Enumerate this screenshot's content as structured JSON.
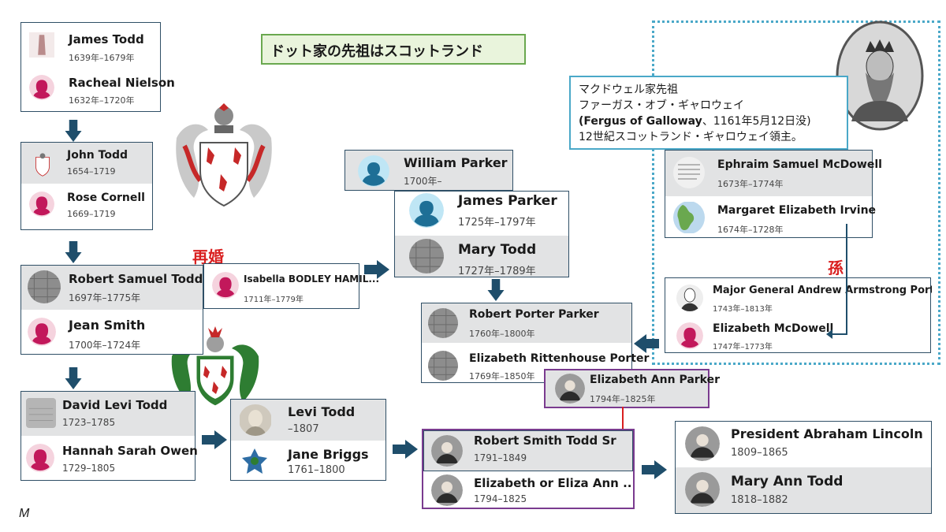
{
  "title": "ドット家の先祖はスコットランド",
  "labels": {
    "remarriage": "再婚",
    "grandchild": "孫",
    "corner_mark": "M"
  },
  "note": {
    "line1": "マクドウェル家先祖",
    "line2": "ファーガス・オブ・ギャロウェイ",
    "line3_bold": "(Fergus of Galloway",
    "line3_rest": "、1161年5月12日没)",
    "line4": "12世紀スコットランド・ギャロウェイ領主。"
  },
  "people": {
    "james_todd": {
      "name": "James Todd",
      "dates": "1639年–1679年"
    },
    "racheal_nielson": {
      "name": "Racheal Nielson",
      "dates": "1632年–1720年"
    },
    "john_todd": {
      "name": "John Todd",
      "dates": "1654–1719"
    },
    "rose_cornell": {
      "name": "Rose Cornell",
      "dates": "1669–1719"
    },
    "robert_samuel_todd": {
      "name": "Robert Samuel Todd Sr",
      "dates": "1697年–1775年"
    },
    "jean_smith": {
      "name": "Jean Smith",
      "dates": "1700年–1724年"
    },
    "isabella": {
      "name": "Isabella BODLEY HAMIL...",
      "dates": "1711年–1779年"
    },
    "david_levi_todd": {
      "name": "David Levi Todd",
      "dates": "1723–1785"
    },
    "hannah_sarah_owen": {
      "name": "Hannah Sarah Owen",
      "dates": "1729–1805"
    },
    "levi_todd": {
      "name": "Levi Todd",
      "dates": "–1807"
    },
    "jane_briggs": {
      "name": "Jane Briggs",
      "dates": "1761–1800"
    },
    "william_parker": {
      "name": "William Parker",
      "dates": "1700年–"
    },
    "james_parker": {
      "name": "James Parker",
      "dates": "1725年–1797年"
    },
    "mary_todd": {
      "name": "Mary Todd",
      "dates": "1727年–1789年"
    },
    "robert_porter_parker": {
      "name": "Robert Porter Parker",
      "dates": "1760年–1800年"
    },
    "elizabeth_rittenhouse_porter": {
      "name": "Elizabeth Rittenhouse Porter",
      "dates": "1769年–1850年"
    },
    "elizabeth_ann_parker": {
      "name": "Elizabeth Ann Parker",
      "dates": "1794年–1825年"
    },
    "robert_smith_todd": {
      "name": "Robert Smith Todd Sr",
      "dates": "1791–1849"
    },
    "elizabeth_or_eliza_ann": {
      "name": "Elizabeth or Eliza Ann ..",
      "dates": "1794–1825"
    },
    "abraham_lincoln": {
      "name": "President Abraham Lincoln",
      "dates": "1809–1865"
    },
    "mary_ann_todd": {
      "name": "Mary Ann Todd",
      "dates": "1818–1882"
    },
    "ephraim_mcdowell": {
      "name": "Ephraim Samuel McDowell",
      "dates": "1673年–1774年"
    },
    "margaret_irvine": {
      "name": "Margaret Elizabeth Irvine",
      "dates": "1674年–1728年"
    },
    "andrew_armstrong_porter": {
      "name": "Major General Andrew Armstrong Porte",
      "dates": "1743年–1813年"
    },
    "elizabeth_mcdowell": {
      "name": "Elizabeth McDowell",
      "dates": "1747年–1773年"
    }
  },
  "colors": {
    "arrow": "#1f4e6b",
    "female_avatar": "#c2185b",
    "male_avatar": "#1e88b8",
    "red": "#d91f1f",
    "purple": "#7a3b8f",
    "teal": "#4aa8c8"
  }
}
